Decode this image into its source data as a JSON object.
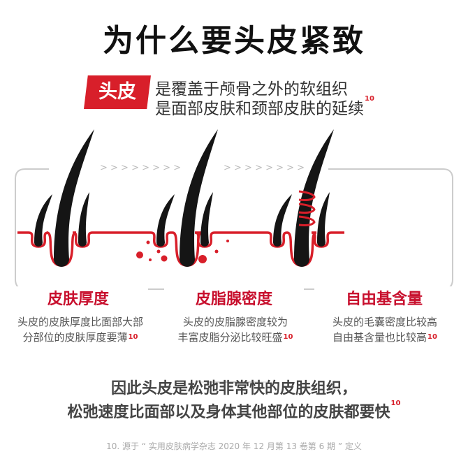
{
  "title": "为什么要头皮紧致",
  "intro": {
    "tag": "头皮",
    "line1": "是覆盖于颅骨之外的软组织",
    "line2": "是面部皮肤和颈部皮肤的延续",
    "line2_ref": "10"
  },
  "arrows": "> > > > > > > >",
  "features": [
    {
      "heading": "皮肤厚度",
      "line1": "头皮的皮肤厚度比面部大部",
      "line2": "分部位的皮肤厚度要薄",
      "ref": "10"
    },
    {
      "heading": "皮脂腺密度",
      "line1": "头皮的皮脂腺密度较为",
      "line2": "丰富皮脂分泌比较旺盛",
      "ref": "10"
    },
    {
      "heading": "自由基含量",
      "line1": "头皮的毛囊密度比较高",
      "line2": "自由基含量也比较高",
      "ref": "10"
    }
  ],
  "conclusion": {
    "line1": "因此头皮是松弛非常快的皮肤组织，",
    "line2": "松弛速度比面部以及身体其他部位的皮肤都要快",
    "ref": "10"
  },
  "footnote": "10. 源于 “ 实用皮肤病学杂志 2020 年 12 月第 13 卷第 6 期 ” 定义",
  "colors": {
    "accent": "#d81f2a",
    "hair": "#151515",
    "frame": "#cccccc"
  }
}
